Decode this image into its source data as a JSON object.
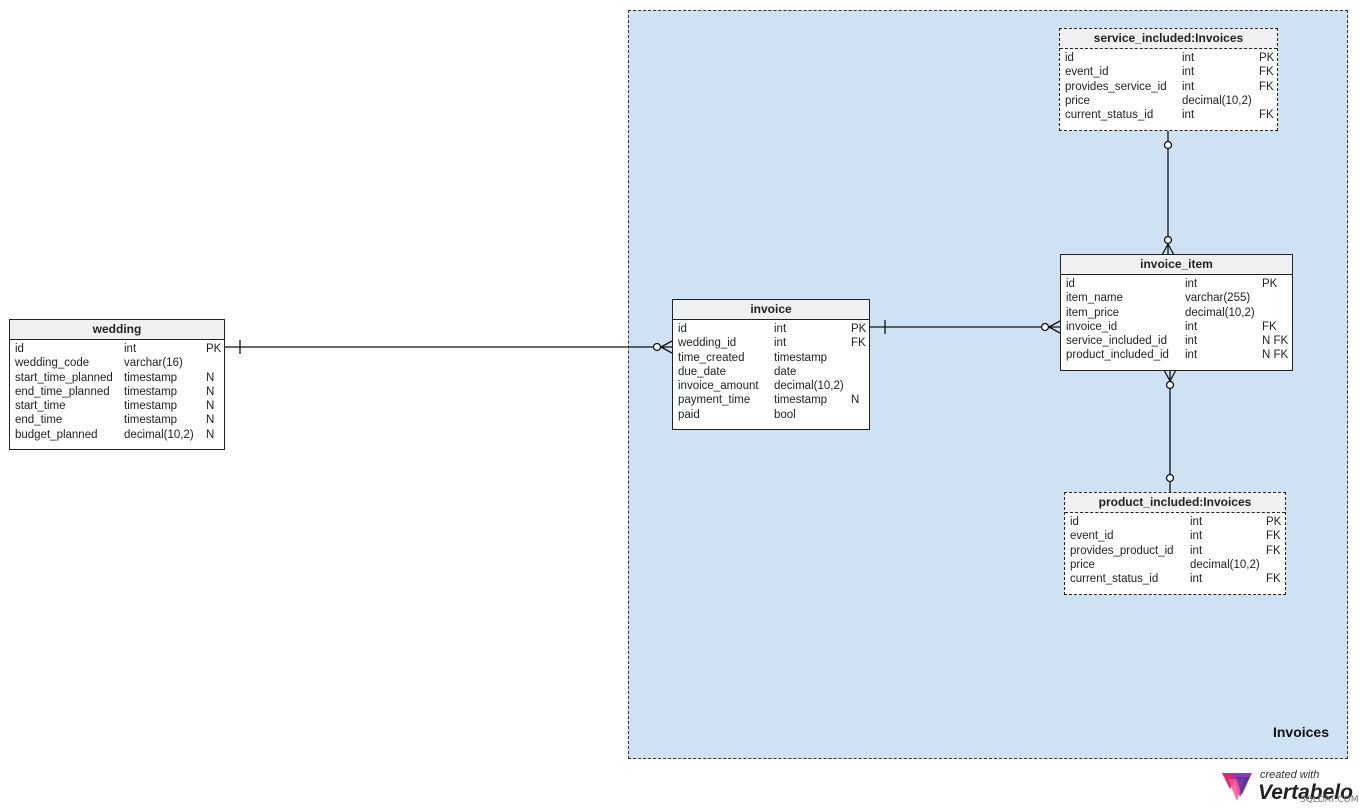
{
  "area": {
    "label": "Invoices"
  },
  "tables": {
    "wedding": {
      "title": "wedding",
      "columns": [
        {
          "name": "id",
          "type": "int",
          "flag": "PK"
        },
        {
          "name": "wedding_code",
          "type": "varchar(16)",
          "flag": ""
        },
        {
          "name": "start_time_planned",
          "type": "timestamp",
          "flag": "N"
        },
        {
          "name": "end_time_planned",
          "type": "timestamp",
          "flag": "N"
        },
        {
          "name": "start_time",
          "type": "timestamp",
          "flag": "N"
        },
        {
          "name": "end_time",
          "type": "timestamp",
          "flag": "N"
        },
        {
          "name": "budget_planned",
          "type": "decimal(10,2)",
          "flag": "N"
        }
      ]
    },
    "invoice": {
      "title": "invoice",
      "columns": [
        {
          "name": "id",
          "type": "int",
          "flag": "PK"
        },
        {
          "name": "wedding_id",
          "type": "int",
          "flag": "FK"
        },
        {
          "name": "time_created",
          "type": "timestamp",
          "flag": ""
        },
        {
          "name": "due_date",
          "type": "date",
          "flag": ""
        },
        {
          "name": "invoice_amount",
          "type": "decimal(10,2)",
          "flag": ""
        },
        {
          "name": "payment_time",
          "type": "timestamp",
          "flag": "N"
        },
        {
          "name": "paid",
          "type": "bool",
          "flag": ""
        }
      ]
    },
    "invoice_item": {
      "title": "invoice_item",
      "columns": [
        {
          "name": "id",
          "type": "int",
          "flag": "PK"
        },
        {
          "name": "item_name",
          "type": "varchar(255)",
          "flag": ""
        },
        {
          "name": "item_price",
          "type": "decimal(10,2)",
          "flag": ""
        },
        {
          "name": "invoice_id",
          "type": "int",
          "flag": "FK"
        },
        {
          "name": "service_included_id",
          "type": "int",
          "flag": "N FK"
        },
        {
          "name": "product_included_id",
          "type": "int",
          "flag": "N FK"
        }
      ]
    },
    "service_included": {
      "title": "service_included:Invoices",
      "columns": [
        {
          "name": "id",
          "type": "int",
          "flag": "PK"
        },
        {
          "name": "event_id",
          "type": "int",
          "flag": "FK"
        },
        {
          "name": "provides_service_id",
          "type": "int",
          "flag": "FK"
        },
        {
          "name": "price",
          "type": "decimal(10,2)",
          "flag": ""
        },
        {
          "name": "current_status_id",
          "type": "int",
          "flag": "FK"
        }
      ]
    },
    "product_included": {
      "title": "product_included:Invoices",
      "columns": [
        {
          "name": "id",
          "type": "int",
          "flag": "PK"
        },
        {
          "name": "event_id",
          "type": "int",
          "flag": "FK"
        },
        {
          "name": "provides_product_id",
          "type": "int",
          "flag": "FK"
        },
        {
          "name": "price",
          "type": "decimal(10,2)",
          "flag": ""
        },
        {
          "name": "current_status_id",
          "type": "int",
          "flag": "FK"
        }
      ]
    }
  },
  "logo": {
    "created_with": "created with",
    "brand": "Vertabelo"
  },
  "watermark": "SQLDAT.COM"
}
